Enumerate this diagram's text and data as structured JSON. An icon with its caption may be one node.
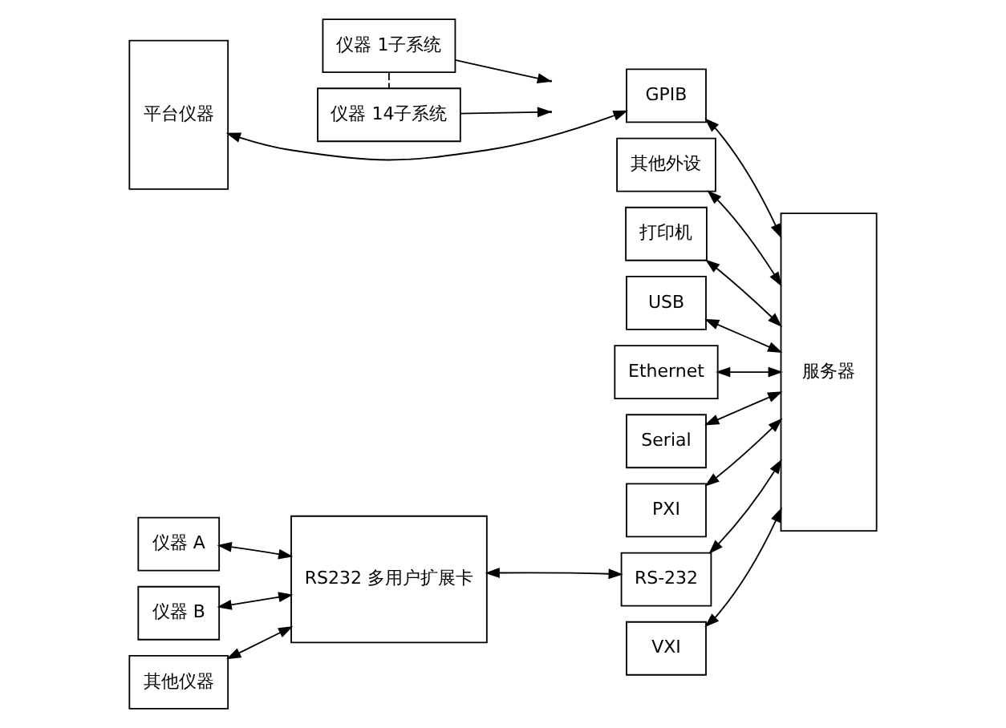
{
  "diagram": {
    "nodes": [
      {
        "text": [
          "平台仪器"
        ]
      },
      {
        "text": [
          "仪器 1子系统"
        ]
      },
      {
        "text": [
          "仪器 14子系统"
        ]
      },
      {
        "text": [
          "GPIB"
        ]
      },
      {
        "text": [
          "其他外设"
        ]
      },
      {
        "text": [
          "打印机"
        ]
      },
      {
        "text": [
          "USB"
        ]
      },
      {
        "text": [
          "Ethernet"
        ]
      },
      {
        "text": [
          "Serial"
        ]
      },
      {
        "text": [
          "PXI"
        ]
      },
      {
        "text": [
          "RS-232"
        ]
      },
      {
        "text": [
          "VXI"
        ]
      },
      {
        "text": [
          "服务器"
        ]
      },
      {
        "text": [
          "仪器 A"
        ]
      },
      {
        "text": [
          "仪器 B"
        ]
      },
      {
        "text": [
          "其他仪器"
        ]
      },
      {
        "text": [
          "RS232 多用户扩展卡"
        ]
      }
    ],
    "edges": [
      {
        "from": 0,
        "to": 3,
        "arrow": "both"
      },
      {
        "from": 1,
        "to": null,
        "arrow": "to"
      },
      {
        "from": 2,
        "to": null,
        "arrow": "to"
      },
      {
        "from": 1,
        "to": 2,
        "arrow": "none",
        "style": "dashed"
      },
      {
        "from": 3,
        "to": 12,
        "arrow": "both"
      },
      {
        "from": 4,
        "to": 12,
        "arrow": "both"
      },
      {
        "from": 5,
        "to": 12,
        "arrow": "both"
      },
      {
        "from": 6,
        "to": 12,
        "arrow": "both"
      },
      {
        "from": 7,
        "to": 12,
        "arrow": "both"
      },
      {
        "from": 8,
        "to": 12,
        "arrow": "both"
      },
      {
        "from": 9,
        "to": 12,
        "arrow": "both"
      },
      {
        "from": 10,
        "to": 12,
        "arrow": "both"
      },
      {
        "from": 11,
        "to": 12,
        "arrow": "both"
      },
      {
        "from": 13,
        "to": 16,
        "arrow": "both"
      },
      {
        "from": 14,
        "to": 16,
        "arrow": "both"
      },
      {
        "from": 15,
        "to": 16,
        "arrow": "both"
      },
      {
        "from": 16,
        "to": 10,
        "arrow": "both"
      }
    ]
  }
}
